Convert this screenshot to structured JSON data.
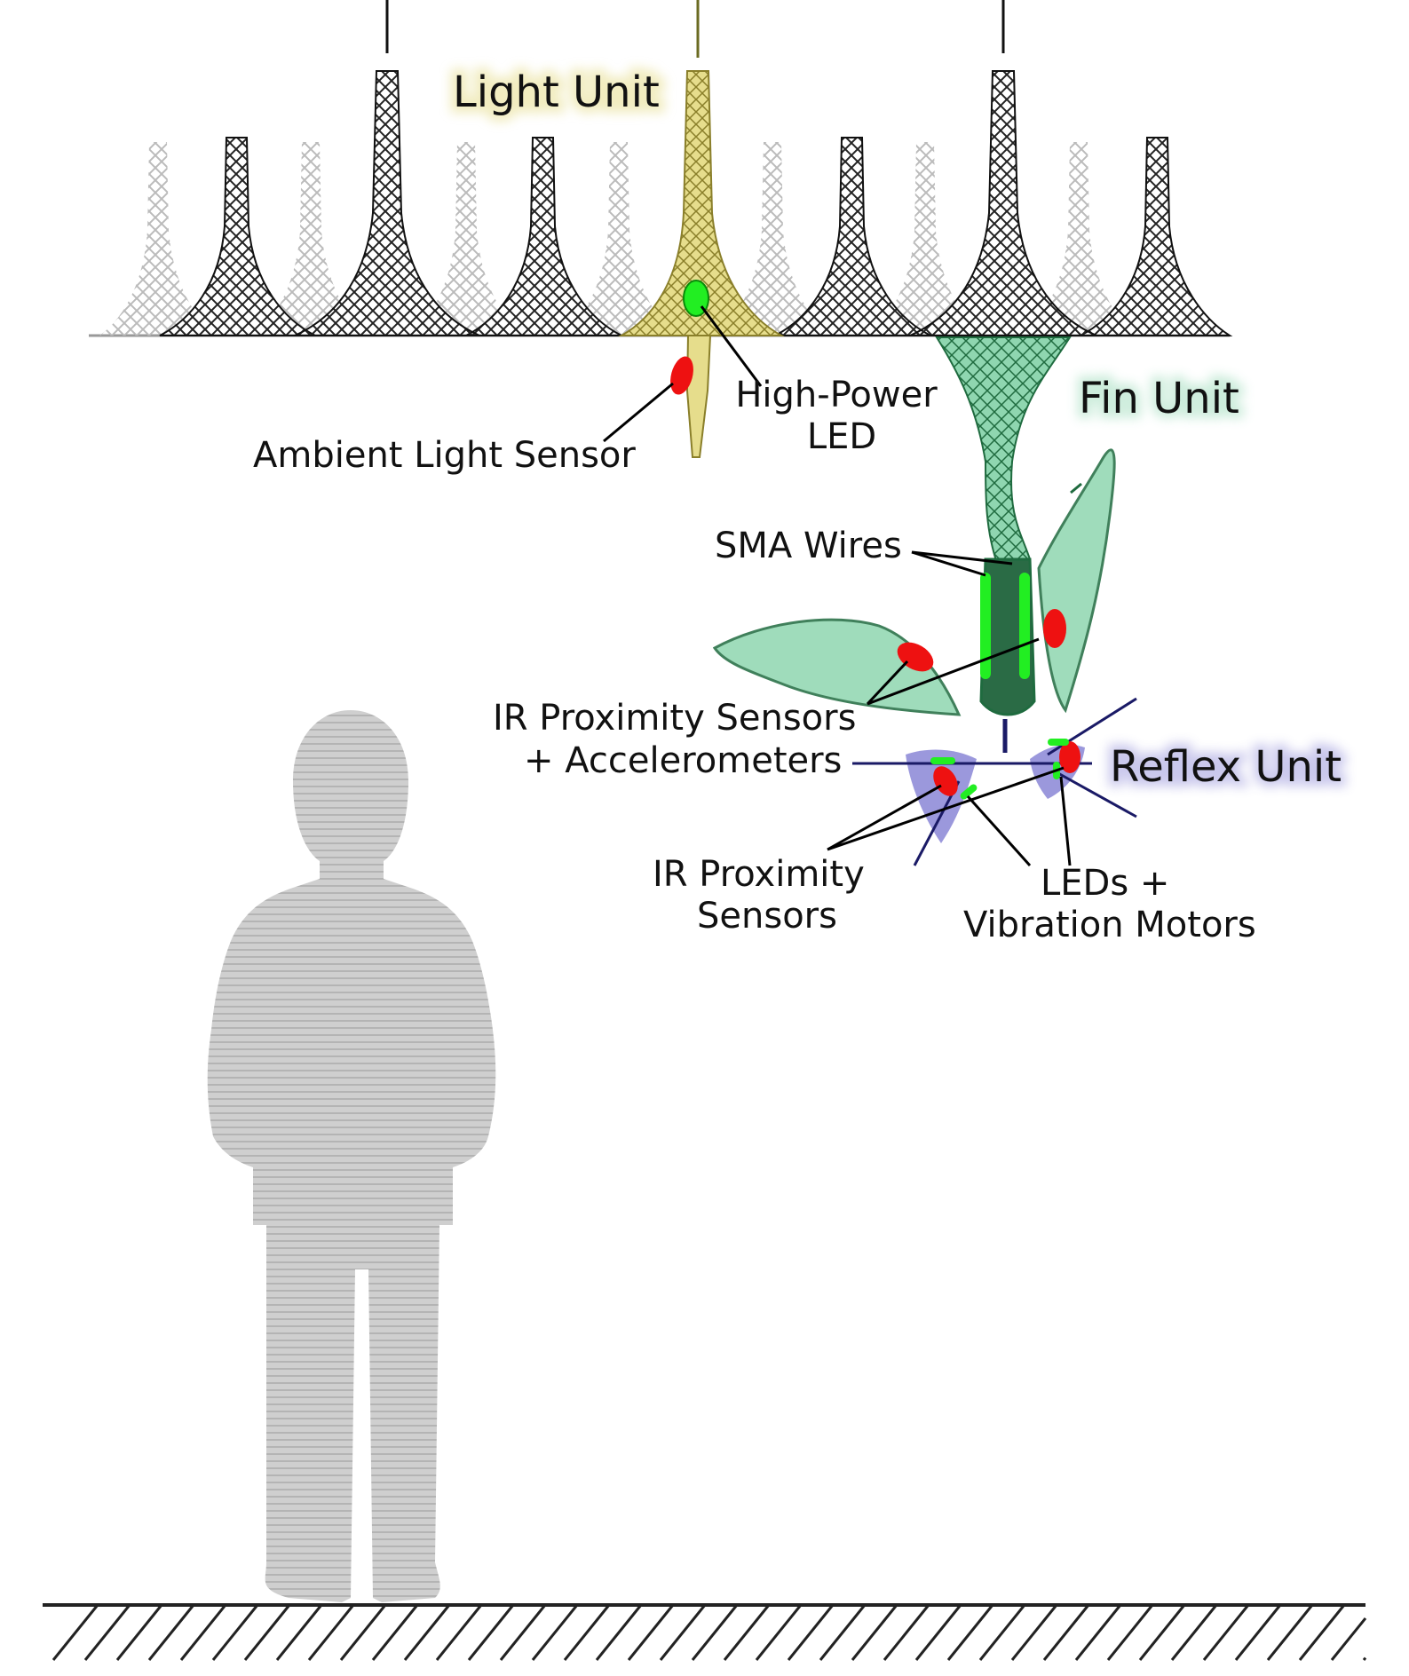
{
  "labels": {
    "light_unit": "Light Unit",
    "fin_unit": "Fin Unit",
    "reflex_unit": "Reflex Unit",
    "high_power_led_1": "High-Power",
    "high_power_led_2": "LED",
    "ambient_light_sensor": "Ambient Light Sensor",
    "sma_wires": "SMA Wires",
    "ir_accel_1": "IR Proximity Sensors",
    "ir_accel_2": "+ Accelerometers",
    "ir_prox_1": "IR Proximity",
    "ir_prox_2": "Sensors",
    "leds_motors_1": "LEDs +",
    "leds_motors_2": "Vibration Motors"
  },
  "colors": {
    "light_unit": "#e6dd8c",
    "fin_unit": "#8fd6b0",
    "fin_stroke": "#1f6b3f",
    "reflex_unit": "#8a86d6",
    "sensor_red": "#ee1111",
    "led_green": "#22ee22",
    "silhouette": "#c8c8c8"
  }
}
